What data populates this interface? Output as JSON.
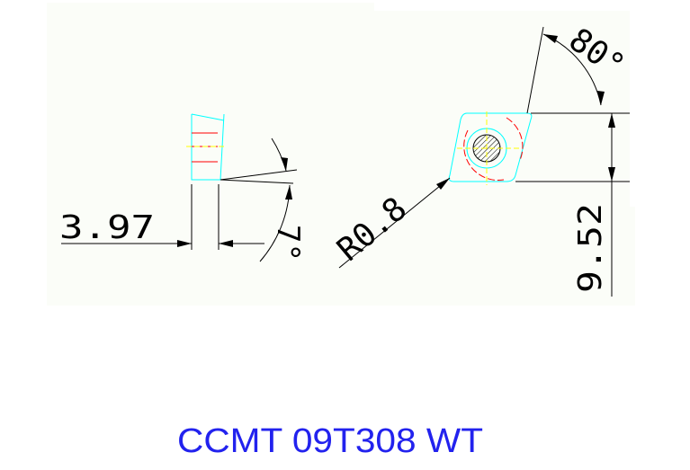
{
  "drawing": {
    "side_view": {
      "thickness_label": "3.97",
      "clearance_angle_label": "7°"
    },
    "top_view": {
      "nose_radius_label": "R0.8",
      "inscribed_circle_label": "9.52",
      "insert_angle_label": "80°"
    },
    "title": "CCMT 09T308 WT"
  },
  "colors": {
    "background": "#ffffff",
    "drawing_area": "#fbfdf8",
    "outline": "#00ffff",
    "dimension": "#000000",
    "center_line": "#ffff00",
    "arc_red": "#ff0000",
    "title": "#2222ee"
  }
}
